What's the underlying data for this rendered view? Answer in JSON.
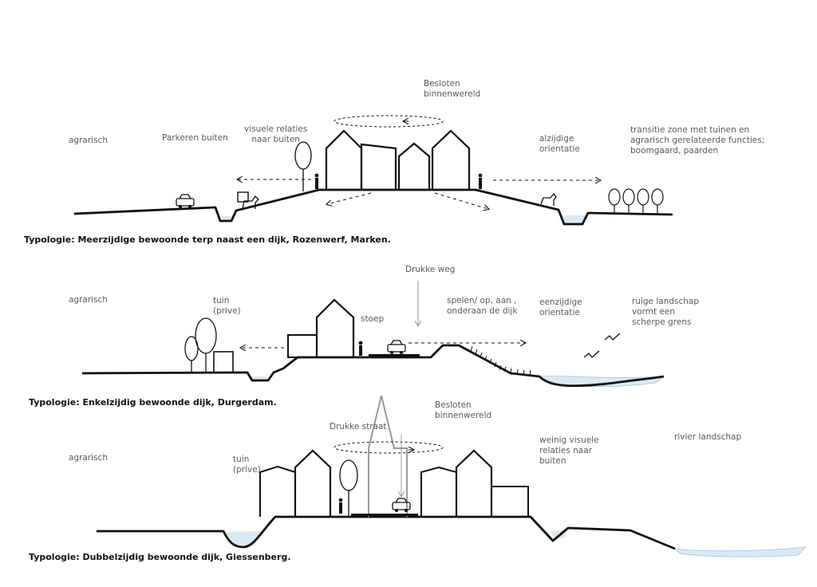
{
  "section1": {
    "labels": {
      "agrarisch": "agrarisch",
      "parkeren": "Parkeren buiten",
      "visuele": "visuele relaties\nnaar buiten",
      "besloten": "Besloten\nbinnenwereld",
      "alzijdige": "alzijdige\norientatie",
      "transitie": "transitie zone met tuinen en\nagrarisch gerelateerde functies;\nboomgaard, paarden"
    },
    "caption": "Typologie: Meerzijdige bewoonde terp naast een dijk, Rozenwerf, Marken."
  },
  "section2": {
    "labels": {
      "agrarisch": "agrarisch",
      "tuin": "tuin\n(prive)",
      "drukke_weg": "Drukke weg",
      "stoep": "stoep",
      "spelen": "spelen/ op, aan ,\nonderaan de dijk",
      "eenzijdige": "eenzijdige\norientatie",
      "ruige": "ruige landschap\nvormt een\nscherpe grens"
    },
    "caption": "Typologie: Enkelzijdig bewoonde dijk, Durgerdam."
  },
  "section3": {
    "labels": {
      "agrarisch": "agrarisch",
      "tuin": "tuin\n(prive)",
      "drukke_straat": "Drukke straat",
      "besloten": "Besloten\nbinnenwereld",
      "weinig": "weinig visuele\nrelaties naar\nbuiten",
      "rivier": "rivier landschap"
    },
    "caption": "Typologie: Dubbelzijdig bewoonde dijk, Giessenberg."
  },
  "colors": {
    "ink": "#111111",
    "label": "#5a5a5a",
    "water": "#dbe9f3",
    "water_edge": "#9cc2dc",
    "grey_outline": "#9a9a9a"
  },
  "icons": [
    "car-icon",
    "person-icon",
    "tree-icon",
    "horse-icon",
    "bird-icon",
    "dashed-arrow",
    "rotation-ellipse"
  ]
}
